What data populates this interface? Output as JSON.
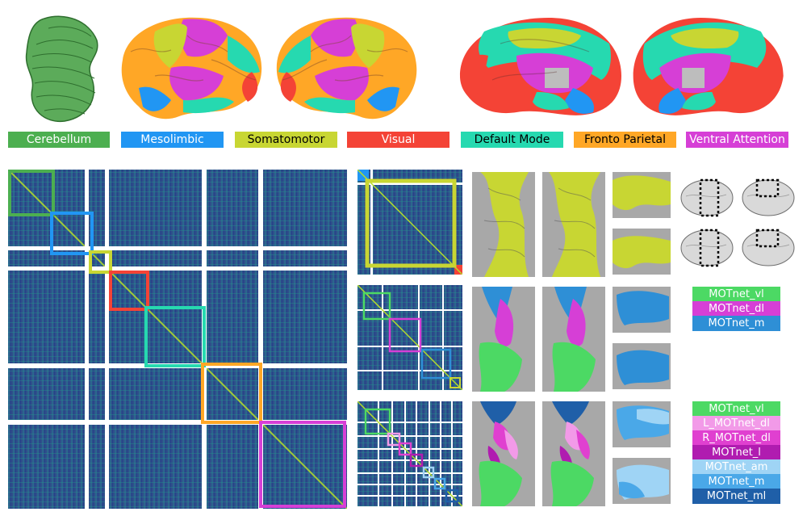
{
  "colors": {
    "cerebellum": "#4caf50",
    "mesolimbic": "#2196f3",
    "somatomotor": "#c8d633",
    "visual": "#f44336",
    "default_mode": "#26d9b0",
    "fronto_parietal": "#ffa726",
    "ventral_attention": "#d63fd6",
    "matrix_bg": "#2f4f8a",
    "matrix_hi": "#b5de2b"
  },
  "networks": [
    {
      "id": "cerebellum",
      "label": "Cerebellum",
      "color": "#4caf50",
      "text_color": "#ffffff"
    },
    {
      "id": "mesolimbic",
      "label": "Mesolimbic",
      "color": "#2196f3",
      "text_color": "#ffffff"
    },
    {
      "id": "somatomotor",
      "label": "Somatomotor",
      "color": "#c8d633",
      "text_color": "#000000"
    },
    {
      "id": "visual",
      "label": "Visual",
      "color": "#f44336",
      "text_color": "#ffffff"
    },
    {
      "id": "default_mode",
      "label": "Default Mode",
      "color": "#26d9b0",
      "text_color": "#000000"
    },
    {
      "id": "fronto_parietal",
      "label": "Fronto Parietal",
      "color": "#ffa726",
      "text_color": "#000000"
    },
    {
      "id": "ventral_attention",
      "label": "Ventral Attention",
      "color": "#d63fd6",
      "text_color": "#ffffff"
    }
  ],
  "motor_subnets_1": [
    {
      "label": "MOTnet_vl",
      "color": "#4cd964"
    },
    {
      "label": "MOTnet_dl",
      "color": "#d63fd6"
    },
    {
      "label": "MOTnet_m",
      "color": "#2e8fd6"
    }
  ],
  "motor_subnets_2": [
    {
      "label": "MOTnet_vl",
      "color": "#4cd964"
    },
    {
      "label": "L_MOTnet_dl",
      "color": "#f29ae8"
    },
    {
      "label": "R_MOTnet_dl",
      "color": "#e040d0"
    },
    {
      "label": "MOTnet_l",
      "color": "#b01cb0"
    },
    {
      "label": "MOTnet_am",
      "color": "#9fd4f5"
    },
    {
      "label": "MOTnet_m",
      "color": "#4aa8e8"
    },
    {
      "label": "MOTnet_ml",
      "color": "#1f5fa8"
    }
  ],
  "icons": [
    "cerebellum-3d-icon",
    "brain-lateral-left-icon",
    "brain-lateral-right-icon",
    "brain-medial-left-icon",
    "brain-medial-right-icon",
    "brain-locator-icon"
  ]
}
